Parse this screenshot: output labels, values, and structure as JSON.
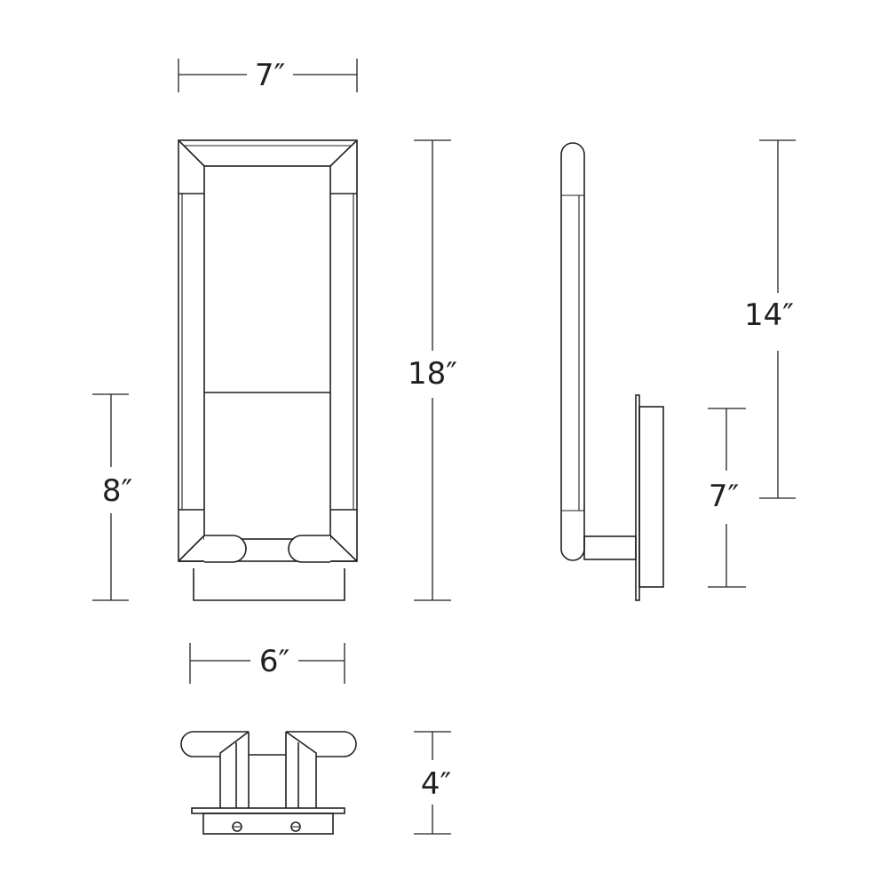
{
  "dimensions": {
    "front_width": "7″",
    "front_height": "18″",
    "front_lower_height": "8″",
    "backplate_width": "6″",
    "side_height_upper": "14″",
    "side_height_lower": "7″",
    "depth": "4″"
  },
  "colors": {
    "line": "#231f20",
    "background": "#ffffff"
  }
}
